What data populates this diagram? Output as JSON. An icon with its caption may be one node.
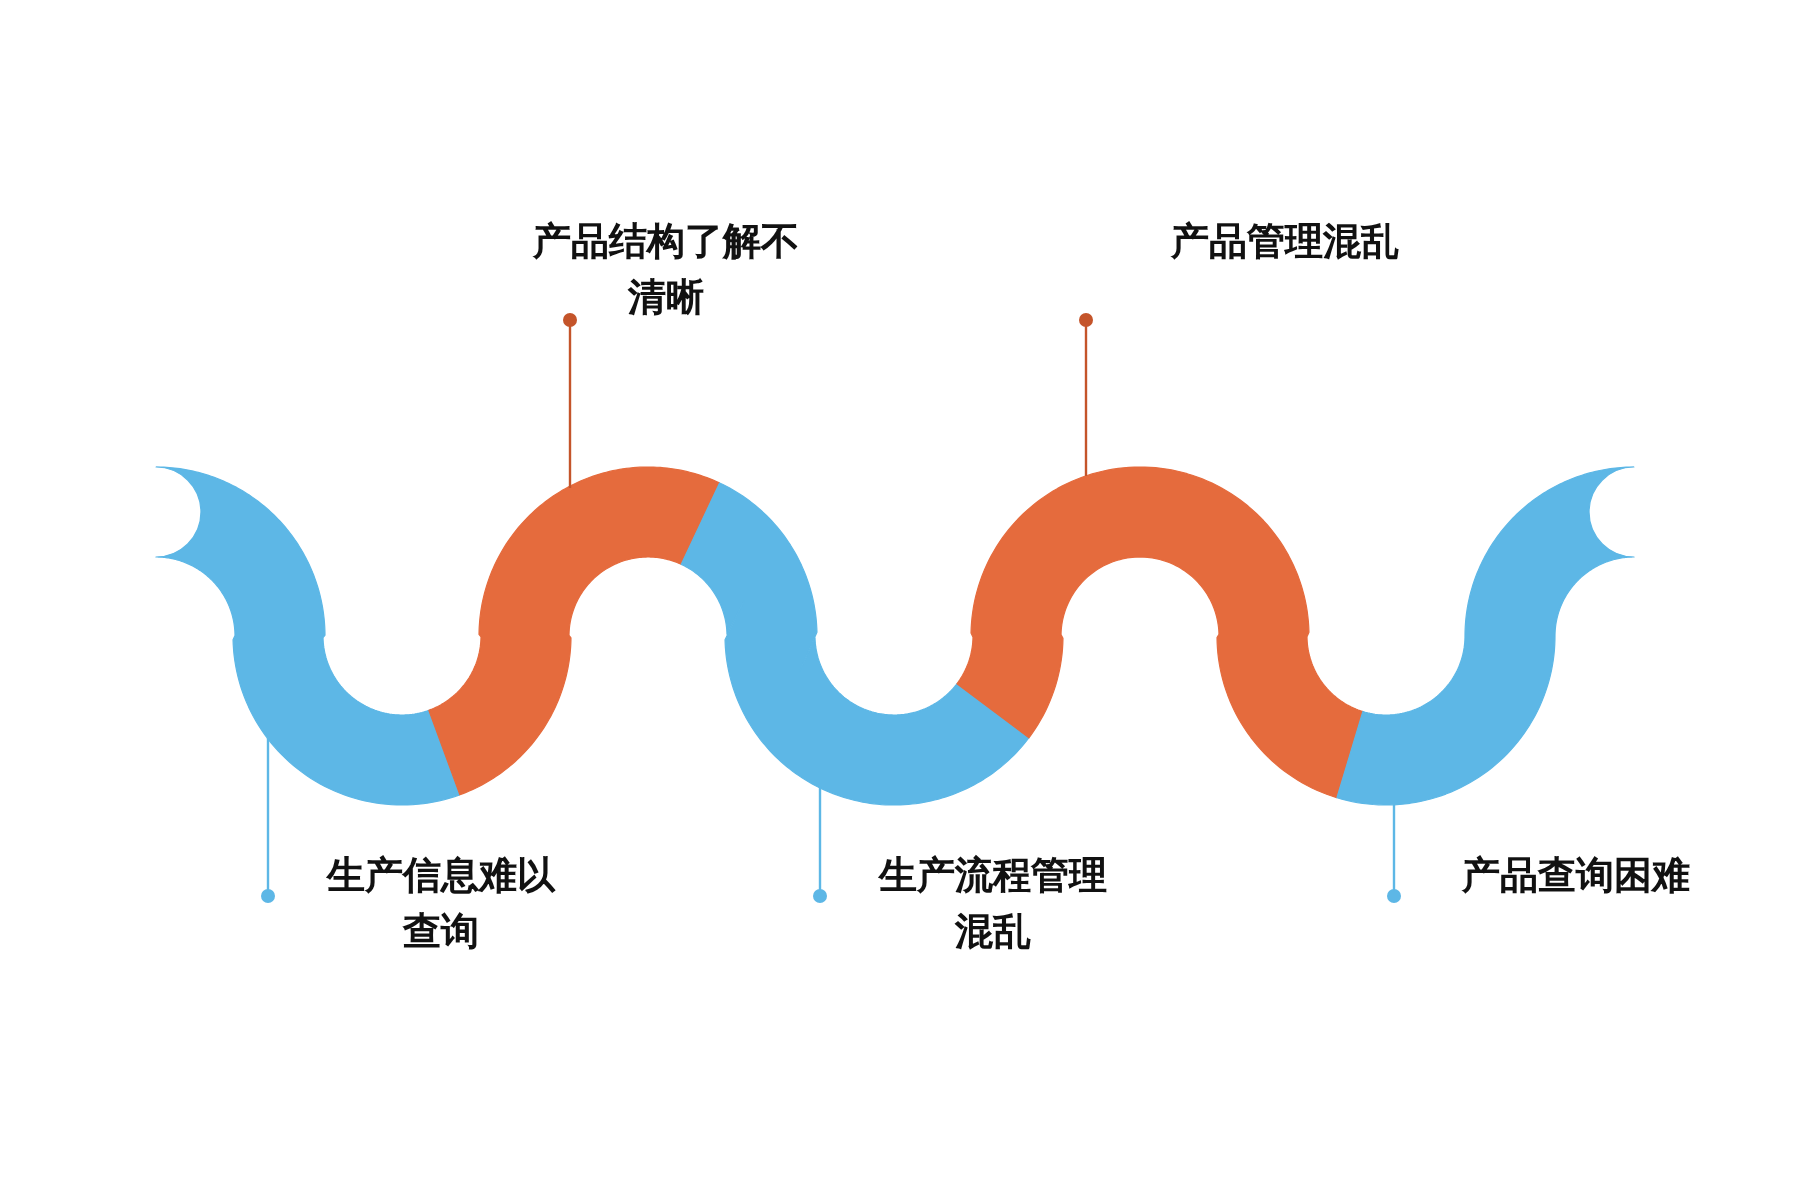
{
  "diagram": {
    "nodes": [
      {
        "text": [
          "产品结构了解不清晰"
        ]
      },
      {
        "text": [
          "产品管理混乱"
        ]
      },
      {
        "text": [],
        "shape": "band"
      },
      {
        "text": [],
        "shape": "band"
      },
      {
        "text": [],
        "shape": "band"
      },
      {
        "text": [],
        "shape": "band"
      },
      {
        "text": [],
        "shape": "band"
      },
      {
        "text": [
          "生产信息难以查询"
        ]
      },
      {
        "text": [
          "生产流程管理混乱"
        ]
      },
      {
        "text": [
          "产品查询困难"
        ]
      }
    ],
    "edges": [
      {
        "from": 0,
        "to": 3,
        "arrow": "other",
        "color": "#c4542a"
      },
      {
        "from": 1,
        "to": 5,
        "arrow": "other",
        "color": "#c4542a"
      },
      {
        "from": 7,
        "to": 2,
        "arrow": "other"
      },
      {
        "from": 8,
        "to": 4,
        "arrow": "other"
      },
      {
        "from": 9,
        "to": 6,
        "arrow": "other"
      }
    ]
  }
}
